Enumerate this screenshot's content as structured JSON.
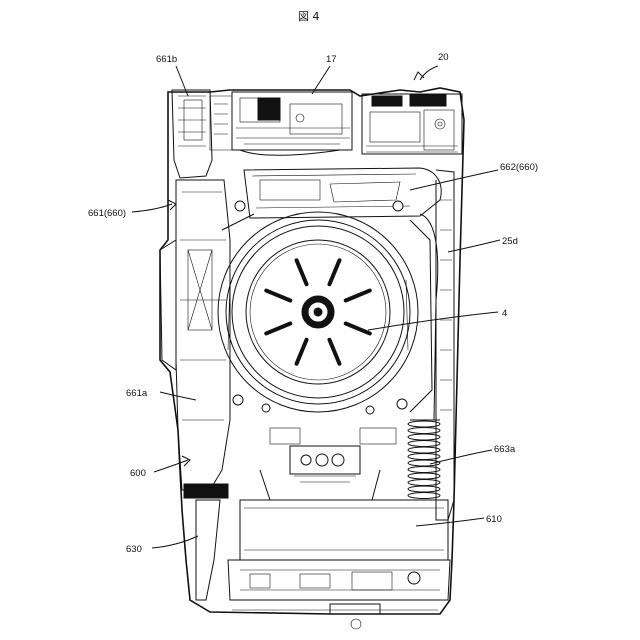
{
  "figure": {
    "title": "図 4"
  },
  "labels": {
    "l_17": "17",
    "l_20": "20",
    "l_661b": "661b",
    "l_662": "662(660)",
    "l_661": "661(660)",
    "l_25d": "25d",
    "l_4": "4",
    "l_661a": "661a",
    "l_663a": "663a",
    "l_600": "600",
    "l_610": "610",
    "l_630": "630"
  }
}
